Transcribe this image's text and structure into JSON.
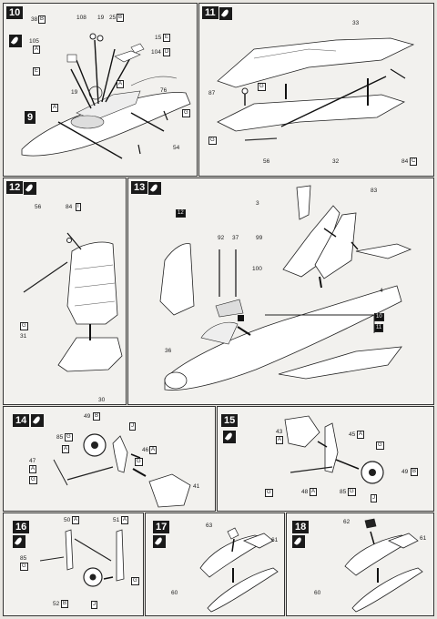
{
  "steps": {
    "s10": {
      "num": "10",
      "labels": {
        "l38": "38",
        "l108": "108",
        "l19a": "19",
        "l25": "25",
        "l105": "105",
        "l15": "15",
        "l104": "104",
        "l19b": "19",
        "l76": "76",
        "l54": "54"
      },
      "boxes": {
        "b38": "B",
        "b25": "B",
        "b105": "A",
        "bE1": "E",
        "bE2": "E",
        "bD": "D",
        "bA1": "A",
        "bA2": "A",
        "bG": "G"
      }
    },
    "s9": {
      "num": "9"
    },
    "s11": {
      "num": "11",
      "labels": {
        "l33": "33",
        "l87": "87",
        "l56": "56",
        "l32": "32",
        "l84": "84"
      },
      "boxes": {
        "bG1": "G",
        "bG2": "G",
        "bC": "C"
      }
    },
    "s12": {
      "num": "12",
      "labels": {
        "l56": "56",
        "l84": "84",
        "l31": "31",
        "l30": "30"
      },
      "boxes": {
        "b1": "I",
        "bG": "G"
      }
    },
    "s13": {
      "num": "13",
      "labels": {
        "l3": "3",
        "l83": "83",
        "l99": "99",
        "l92": "92",
        "l37": "37",
        "l100": "100",
        "l4": "4",
        "l36": "36"
      },
      "boxes": {
        "b12": "12",
        "b10": "10",
        "b11": "11"
      }
    },
    "s14": {
      "num": "14",
      "labels": {
        "l49": "49",
        "l85": "85",
        "l47": "47",
        "l46": "46",
        "l41": "41"
      },
      "boxes": {
        "bB": "B",
        "bJ": "J",
        "bG1": "G",
        "bA1": "A",
        "bA2": "A",
        "bG2": "G",
        "bG3": "G",
        "bA3": "A"
      }
    },
    "s15": {
      "num": "15",
      "labels": {
        "l43": "43",
        "l45": "45",
        "l48": "48",
        "l85": "85",
        "l49": "49"
      },
      "boxes": {
        "bA1": "A",
        "bA2": "A",
        "bG1": "G",
        "bG2": "G",
        "bA3": "A",
        "bG3": "G",
        "bB": "B",
        "bJ": "J"
      }
    },
    "s16": {
      "num": "16",
      "labels": {
        "l50": "50",
        "l51": "51",
        "l85": "85",
        "l52": "52"
      },
      "boxes": {
        "bA1": "A",
        "bA2": "A",
        "bG1": "G",
        "bG2": "G",
        "bB": "B",
        "bJ": "J"
      }
    },
    "s17": {
      "num": "17",
      "labels": {
        "l63": "63",
        "l61": "61",
        "l60": "60"
      }
    },
    "s18": {
      "num": "18",
      "labels": {
        "l62": "62",
        "l61": "61",
        "l60": "60"
      }
    }
  },
  "colors": {
    "ink": "#1a1a1a",
    "paper": "#f2f1ee",
    "detail": "#555555"
  }
}
